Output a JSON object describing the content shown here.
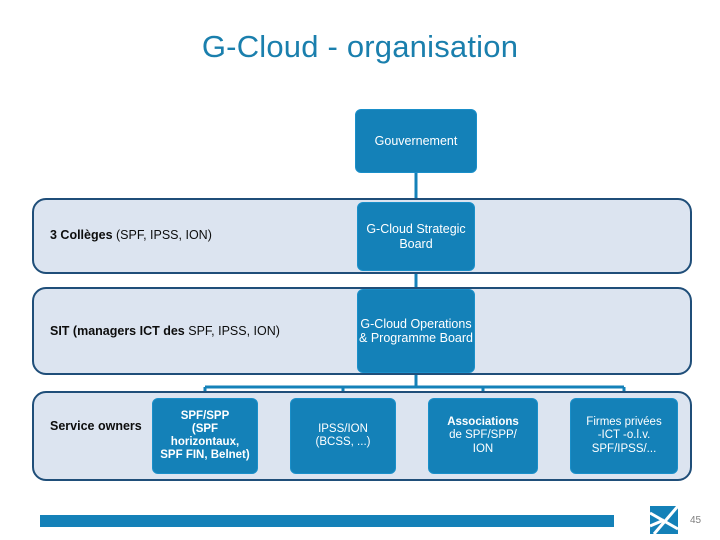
{
  "slide": {
    "title": "G-Cloud - organisation",
    "page_number": "45"
  },
  "colors": {
    "title": "#1a7fad",
    "box_blue": "#1481b8",
    "band_fill": "#dce4f0",
    "band_border": "#1f4e79",
    "connector": "#1481b8",
    "footer_bar": "#1481b8",
    "logo": "#1481b8",
    "page_number": "#7f7f7f"
  },
  "diagram": {
    "type": "organisation-chart",
    "top_node": {
      "label": "Gouvernement"
    },
    "rows": [
      {
        "id": "colleges",
        "label_bold": "3 Collèges",
        "label_regular": " (SPF, IPSS, ION)",
        "node": {
          "lines": [
            "G-Cloud",
            "Strategic",
            "Board"
          ]
        }
      },
      {
        "id": "sit",
        "label_bold": "SIT (managers ICT des",
        "label_regular": " SPF, IPSS, ION)",
        "node": {
          "lines": [
            "G-Cloud",
            "Operations &",
            "Programme",
            "Board"
          ]
        }
      },
      {
        "id": "service-owners",
        "label_bold": "Service owners",
        "label_regular": "",
        "leaf_nodes": [
          {
            "id": "spf-spp",
            "lines": [
              {
                "text": "SPF/SPP",
                "bold": true
              },
              {
                "text": "(SPF",
                "bold": true
              },
              {
                "text": "horizontaux,",
                "bold": true
              },
              {
                "text": "SPF FIN, Belnet)",
                "bold": true
              }
            ]
          },
          {
            "id": "ipss-ion",
            "lines": [
              {
                "text": "IPSS/ION",
                "bold": false
              },
              {
                "text": "(BCSS, ...)",
                "bold": false
              }
            ]
          },
          {
            "id": "associations",
            "lines": [
              {
                "text": "Associations",
                "bold": true
              },
              {
                "text": "de SPF/SPP/",
                "bold": false
              },
              {
                "text": "ION",
                "bold": false
              }
            ]
          },
          {
            "id": "firmes-privees",
            "lines": [
              {
                "text": "Firmes privées",
                "bold": false
              },
              {
                "text": "-ICT -o.l.v.",
                "bold": false
              },
              {
                "text": "SPF/IPSS/...",
                "bold": false
              }
            ]
          }
        ]
      }
    ]
  },
  "footer": {
    "logo_name": "fedict-arrow-logo"
  }
}
